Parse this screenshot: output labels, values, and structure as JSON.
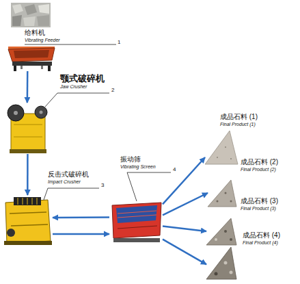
{
  "diagram": {
    "nodes": [
      {
        "text": [
          "给料机",
          "Vibrating Feeder"
        ]
      },
      {
        "text": [
          "颚式破碎机",
          "Jaw Crusher"
        ]
      },
      {
        "text": [
          "反击式破碎机",
          "Impact Crusher"
        ]
      },
      {
        "text": [
          "振动筛",
          "Vibrating Screen"
        ]
      },
      {
        "text": [
          "成品石料 (1)",
          "Final Product (1)"
        ]
      },
      {
        "text": [
          "成品石料 (2)",
          "Final Product (2)"
        ]
      },
      {
        "text": [
          "成品石料 (3)",
          "Final Product (3)"
        ]
      },
      {
        "text": [
          "成品石料 (4)",
          "Final Product (4)"
        ]
      }
    ],
    "edges": [
      {
        "from": 0,
        "to": 1,
        "arrow": "to"
      },
      {
        "from": 1,
        "to": 2,
        "arrow": "to"
      },
      {
        "from": 3,
        "to": 2,
        "arrow": "to"
      },
      {
        "from": 2,
        "to": 3,
        "arrow": "to"
      },
      {
        "from": 3,
        "to": 4,
        "arrow": "to"
      },
      {
        "from": 3,
        "to": 5,
        "arrow": "to"
      },
      {
        "from": 3,
        "to": 6,
        "arrow": "to"
      },
      {
        "from": 3,
        "to": 7,
        "arrow": "to"
      }
    ],
    "labels": [
      "1",
      "2",
      "3",
      "4"
    ]
  }
}
